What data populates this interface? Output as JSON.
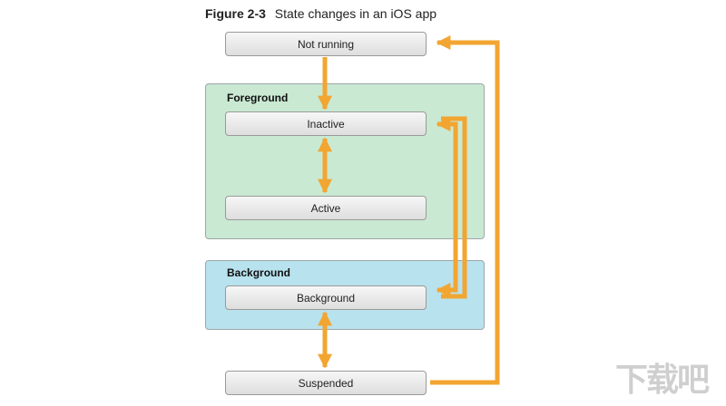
{
  "caption": {
    "figure_number": "Figure 2-3",
    "title": "State changes in an iOS app"
  },
  "groups": {
    "foreground": "Foreground",
    "background": "Background"
  },
  "states": {
    "not_running": "Not running",
    "inactive": "Inactive",
    "active": "Active",
    "background": "Background",
    "suspended": "Suspended"
  },
  "colors": {
    "arrow": "#f2a531",
    "foreground_group": "#c9e9d2",
    "background_group": "#b8e2ee"
  },
  "watermark": "下载吧"
}
